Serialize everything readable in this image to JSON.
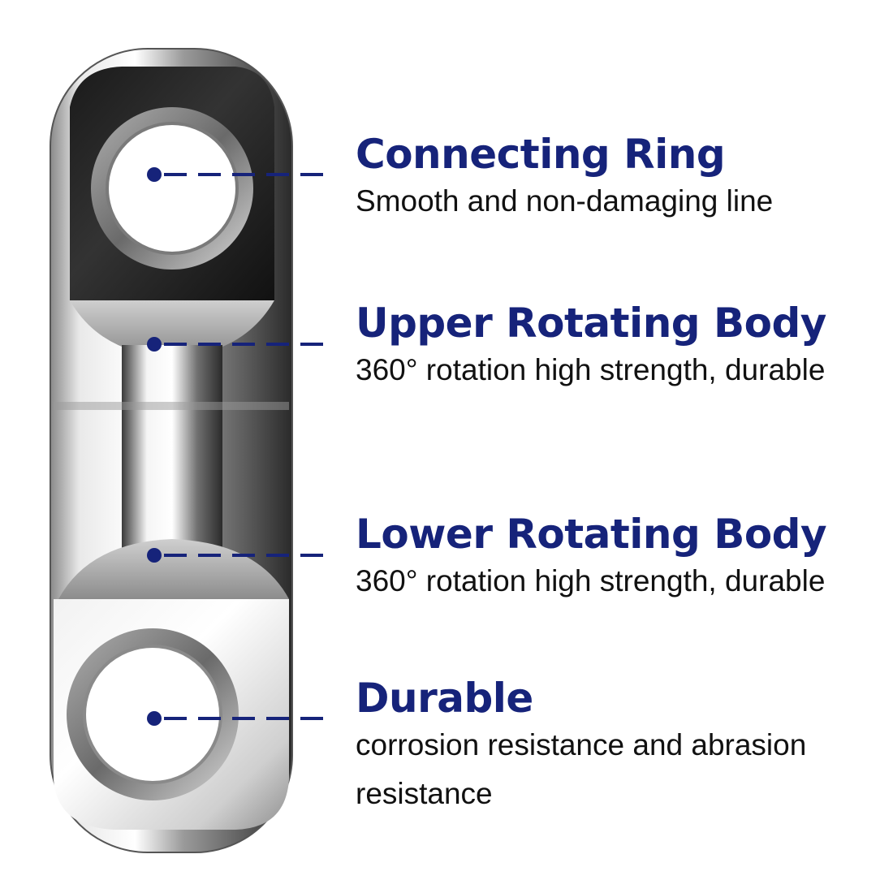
{
  "features": [
    {
      "title": "Connecting Ring",
      "description": "Smooth and non-damaging line"
    },
    {
      "title": "Upper Rotating Body",
      "description": "360° rotation high strength, durable"
    },
    {
      "title": "Lower Rotating Body",
      "description": "360° rotation high strength, durable"
    },
    {
      "title": "Durable",
      "description": "corrosion resistance and abrasion resistance"
    }
  ],
  "colors": {
    "accent": "#16237a",
    "text": "#111111",
    "background": "#ffffff"
  }
}
